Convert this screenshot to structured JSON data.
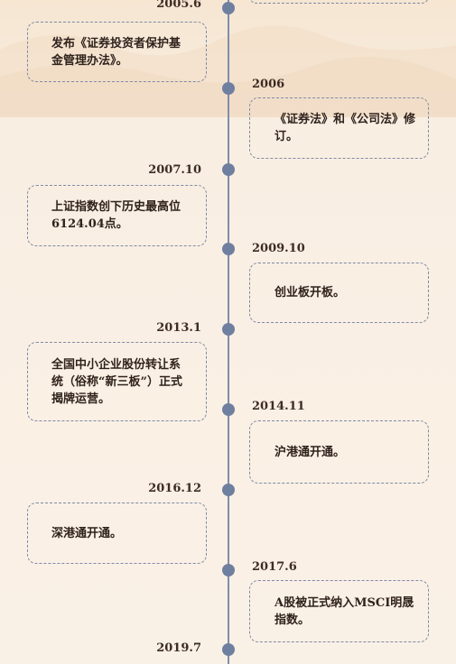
{
  "timeline": [
    {
      "year": "2005.6",
      "side": "left",
      "text": "发布《证券投资者保护基金管理办法》。"
    },
    {
      "year": "2006",
      "side": "right",
      "text": "《证券法》和《公司法》修订。"
    },
    {
      "year": "2007.10",
      "side": "left",
      "text": "上证指数创下历史最高位6124.04点。"
    },
    {
      "year": "2009.10",
      "side": "right",
      "text": "创业板开板。"
    },
    {
      "year": "2013.1",
      "side": "left",
      "text": "全国中小企业股份转让系统（俗称“新三板”）正式揭牌运营。"
    },
    {
      "year": "2014.11",
      "side": "right",
      "text": "沪港通开通。"
    },
    {
      "year": "2016.12",
      "side": "left",
      "text": "深港通开通。"
    },
    {
      "year": "2017.6",
      "side": "right",
      "text": "A股被正式纳入MSCI明晟指数。"
    },
    {
      "year": "2019.7",
      "side": "left",
      "text": ""
    }
  ],
  "colors": {
    "line": "#7f8eaa",
    "dot": "#6f7f9f",
    "card_border": "#7d8aa6",
    "background": "#faf1e6"
  }
}
